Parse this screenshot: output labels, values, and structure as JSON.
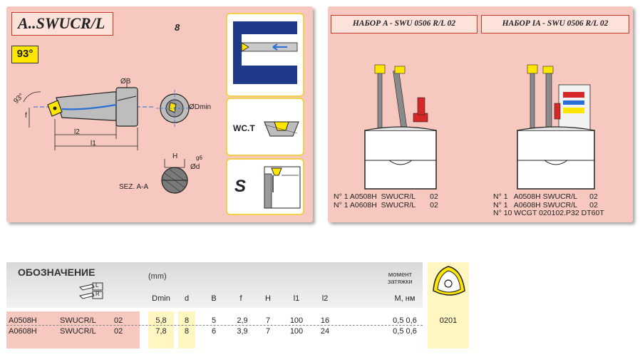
{
  "left_panel": {
    "title": "A..SWUCR/L",
    "number": "8",
    "angle_badge": "93°",
    "dim_labels": {
      "angle": "93°",
      "f": "f",
      "b": "ØB",
      "l2": "l2",
      "l1": "l1",
      "dmin": "ØDmin",
      "h": "H",
      "d": "Ød",
      "g6": "g6",
      "section": "SEZ. A-A"
    },
    "cards": {
      "wct_label": "WC.T",
      "s_label": "S"
    }
  },
  "right_panel": {
    "kit_a": {
      "title": "НАБОР A - SWU 0506 R/L 02",
      "lines": [
        "N° 1 A0508H  SWUCR/L       02",
        "N° 1 A0608H  SWUCR/L       02"
      ]
    },
    "kit_ia": {
      "title": "НАБОР IA - SWU 0506 R/L 02",
      "lines": [
        "N° 1   A0508H SWUCR/L      02",
        "N° 1   A0608H SWUCR/L      02",
        "N° 10 WCGT 020102.P32 DT60T"
      ]
    }
  },
  "table": {
    "designation": "ОБОЗНАЧЕНИЕ",
    "mm": "(mm)",
    "l_mark": "L",
    "r_mark": "R",
    "torque_line1": "момент",
    "torque_line2": "затяжки",
    "columns": [
      "Dmin",
      "d",
      "B",
      "f",
      "H",
      "l1",
      "l2",
      "M, нм"
    ],
    "rows": [
      {
        "code": "A0508H",
        "type": "SWUCR/L",
        "ver": "02",
        "dmin": "5,8",
        "d": "8",
        "b": "5",
        "f": "2,9",
        "h": "7",
        "l1": "100",
        "l2": "16",
        "m": "0,5 0,6"
      },
      {
        "code": "A0608H",
        "type": "SWUCR/L",
        "ver": "02",
        "dmin": "7,8",
        "d": "8",
        "b": "6",
        "f": "3,9",
        "h": "7",
        "l1": "100",
        "l2": "24",
        "m": "0,5 0,6"
      }
    ],
    "insert_code": "0201"
  }
}
